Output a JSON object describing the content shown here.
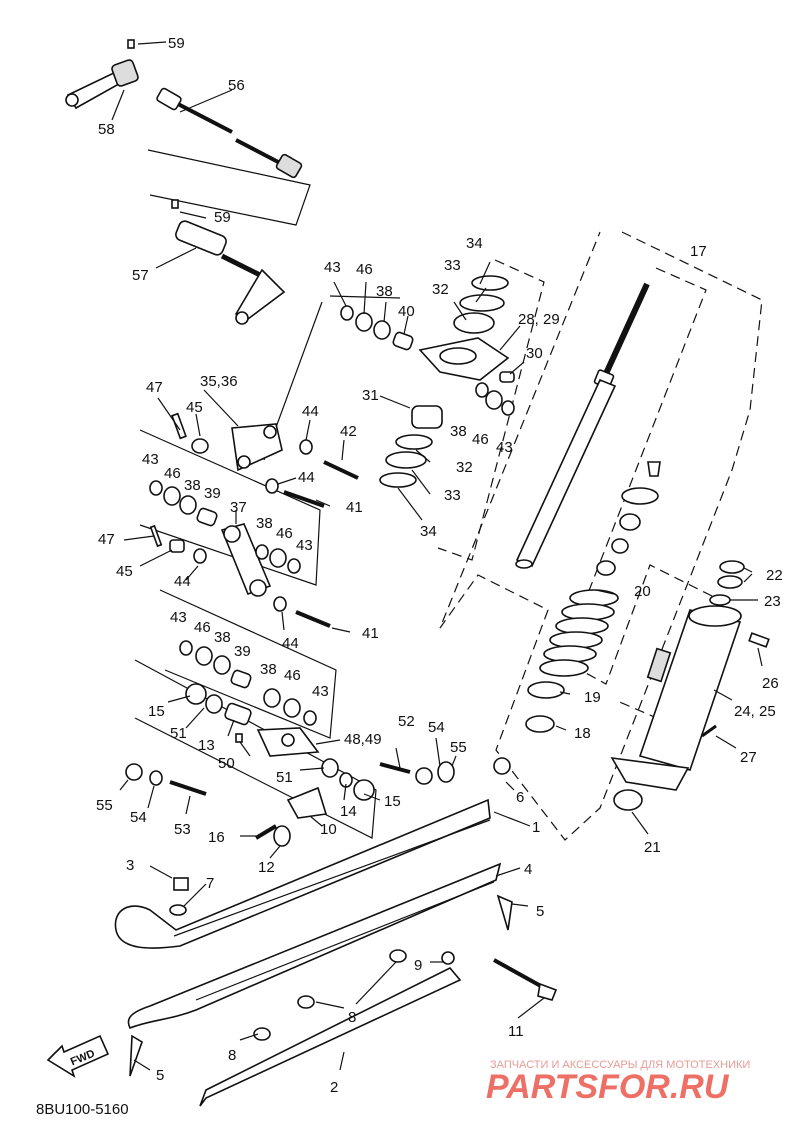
{
  "diagram": {
    "code": "8BU100-5160",
    "direction_label": "FWD",
    "watermark_line1": "ЗАПЧАСТИ И АКСЕССУАРЫ ДЛЯ МОТОТЕХНИКИ",
    "watermark_line2": "PARTSFOR.RU",
    "callouts": [
      {
        "id": "c59a",
        "text": "59"
      },
      {
        "id": "c56",
        "text": "56"
      },
      {
        "id": "c58",
        "text": "58"
      },
      {
        "id": "c59b",
        "text": "59"
      },
      {
        "id": "c57",
        "text": "57"
      },
      {
        "id": "c34a",
        "text": "34"
      },
      {
        "id": "c33a",
        "text": "33"
      },
      {
        "id": "c32a",
        "text": "32"
      },
      {
        "id": "c2829",
        "text": "28, 29"
      },
      {
        "id": "c30",
        "text": "30"
      },
      {
        "id": "c17",
        "text": "17"
      },
      {
        "id": "c43a",
        "text": "43"
      },
      {
        "id": "c46a",
        "text": "46"
      },
      {
        "id": "c38a",
        "text": "38"
      },
      {
        "id": "c40",
        "text": "40"
      },
      {
        "id": "c31",
        "text": "31"
      },
      {
        "id": "c38b",
        "text": "38"
      },
      {
        "id": "c46b",
        "text": "46"
      },
      {
        "id": "c43b",
        "text": "43"
      },
      {
        "id": "c3536",
        "text": "35,36"
      },
      {
        "id": "c47a",
        "text": "47"
      },
      {
        "id": "c45a",
        "text": "45"
      },
      {
        "id": "c44a",
        "text": "44"
      },
      {
        "id": "c42",
        "text": "42"
      },
      {
        "id": "c44b",
        "text": "44"
      },
      {
        "id": "c41a",
        "text": "41"
      },
      {
        "id": "c32b",
        "text": "32"
      },
      {
        "id": "c33b",
        "text": "33"
      },
      {
        "id": "c34b",
        "text": "34"
      },
      {
        "id": "c43c",
        "text": "43"
      },
      {
        "id": "c46c",
        "text": "46"
      },
      {
        "id": "c38c",
        "text": "38"
      },
      {
        "id": "c39a",
        "text": "39"
      },
      {
        "id": "c37",
        "text": "37"
      },
      {
        "id": "c38d",
        "text": "38"
      },
      {
        "id": "c46d",
        "text": "46"
      },
      {
        "id": "c43d",
        "text": "43"
      },
      {
        "id": "c47b",
        "text": "47"
      },
      {
        "id": "c45b",
        "text": "45"
      },
      {
        "id": "c44c",
        "text": "44"
      },
      {
        "id": "c44d",
        "text": "44"
      },
      {
        "id": "c41b",
        "text": "41"
      },
      {
        "id": "c43e",
        "text": "43"
      },
      {
        "id": "c46e",
        "text": "46"
      },
      {
        "id": "c38e",
        "text": "38"
      },
      {
        "id": "c39b",
        "text": "39"
      },
      {
        "id": "c38f",
        "text": "38"
      },
      {
        "id": "c46f",
        "text": "46"
      },
      {
        "id": "c43f",
        "text": "43"
      },
      {
        "id": "c15a",
        "text": "15"
      },
      {
        "id": "c51a",
        "text": "51"
      },
      {
        "id": "c13",
        "text": "13"
      },
      {
        "id": "c4849",
        "text": "48,49"
      },
      {
        "id": "c50",
        "text": "50"
      },
      {
        "id": "c52",
        "text": "52"
      },
      {
        "id": "c54a",
        "text": "54"
      },
      {
        "id": "c55a",
        "text": "55"
      },
      {
        "id": "c51b",
        "text": "51"
      },
      {
        "id": "c14",
        "text": "14"
      },
      {
        "id": "c15b",
        "text": "15"
      },
      {
        "id": "c55b",
        "text": "55"
      },
      {
        "id": "c54b",
        "text": "54"
      },
      {
        "id": "c53",
        "text": "53"
      },
      {
        "id": "c10",
        "text": "10"
      },
      {
        "id": "c16",
        "text": "16"
      },
      {
        "id": "c12",
        "text": "12"
      },
      {
        "id": "c6",
        "text": "6"
      },
      {
        "id": "c1",
        "text": "1"
      },
      {
        "id": "c4",
        "text": "4"
      },
      {
        "id": "c5a",
        "text": "5"
      },
      {
        "id": "c3",
        "text": "3"
      },
      {
        "id": "c7",
        "text": "7"
      },
      {
        "id": "c9",
        "text": "9"
      },
      {
        "id": "c8a",
        "text": "8"
      },
      {
        "id": "c8b",
        "text": "8"
      },
      {
        "id": "c11",
        "text": "11"
      },
      {
        "id": "c5b",
        "text": "5"
      },
      {
        "id": "c2",
        "text": "2"
      },
      {
        "id": "c20",
        "text": "20"
      },
      {
        "id": "c19",
        "text": "19"
      },
      {
        "id": "c18",
        "text": "18"
      },
      {
        "id": "c22",
        "text": "22"
      },
      {
        "id": "c23",
        "text": "23"
      },
      {
        "id": "c26",
        "text": "26"
      },
      {
        "id": "c2425",
        "text": "24, 25"
      },
      {
        "id": "c27",
        "text": "27"
      },
      {
        "id": "c21",
        "text": "21"
      }
    ]
  }
}
